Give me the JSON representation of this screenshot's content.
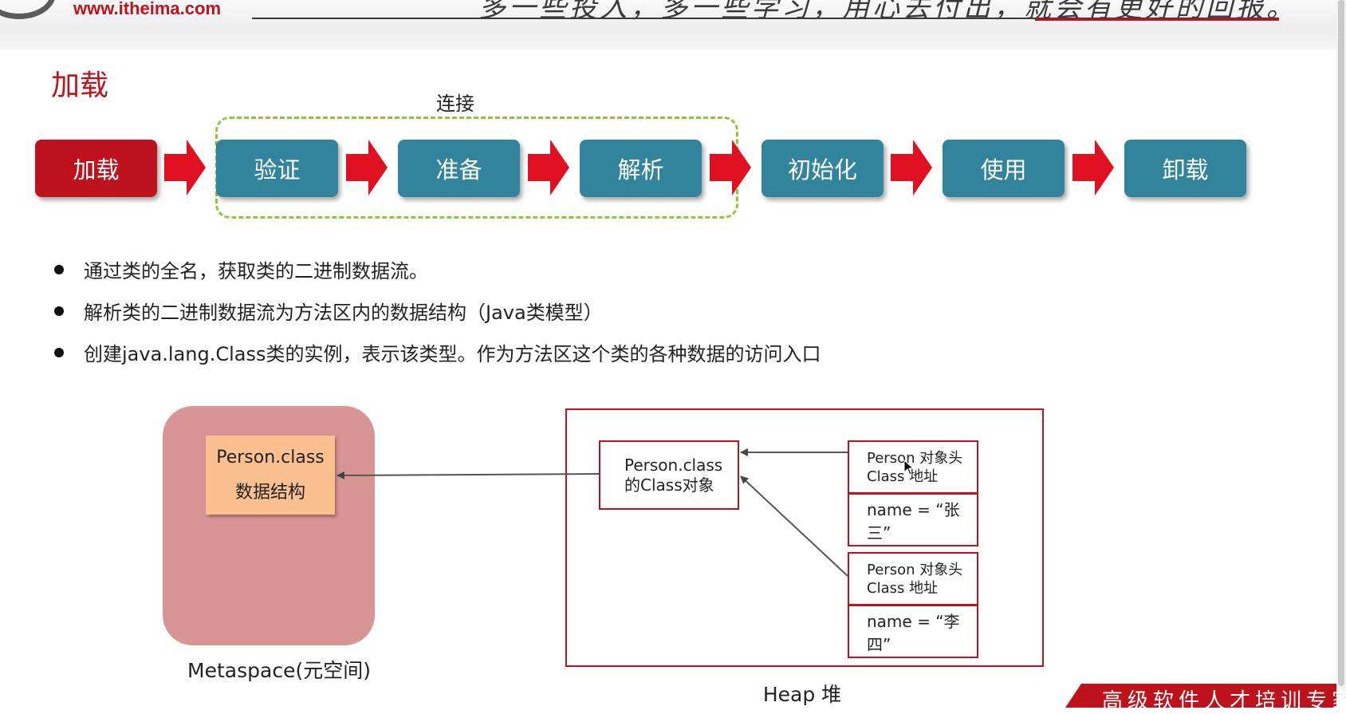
{
  "header": {
    "url": "www.itheima.com",
    "slogan": "多一些投入，多一些学习，用心去付出，就会有更好的回报。"
  },
  "page_title": "加载",
  "lifecycle": {
    "connect_label": "连接",
    "stages": [
      "加载",
      "验证",
      "准备",
      "解析",
      "初始化",
      "使用",
      "卸载"
    ],
    "active_stage": "加载",
    "colors": {
      "active": "#c0121c",
      "inactive": "#31849b",
      "connect_border": "#8ec63f"
    }
  },
  "bullets": [
    "通过类的全名，获取类的二进制数据流。",
    "解析类的二进制数据流为方法区内的数据结构（Java类模型）",
    "创建java.lang.Class类的实例，表示该类型。作为方法区这个类的各种数据的访问入口"
  ],
  "diagram": {
    "metaspace": {
      "box_line1": "Person.class",
      "box_line2": "数据结构",
      "label": "Metaspace(元空间)"
    },
    "heap": {
      "label": "Heap 堆",
      "class_object_line1": "Person.class",
      "class_object_line2": "的Class对象",
      "objects": [
        {
          "header_line1": "Person 对象头",
          "header_line2": "Class 地址",
          "field": "name = “张三”"
        },
        {
          "header_line1": "Person 对象头",
          "header_line2": "Class 地址",
          "field": "name = “李四”"
        }
      ]
    }
  },
  "footer": {
    "text": "高级软件人才培训专家"
  }
}
